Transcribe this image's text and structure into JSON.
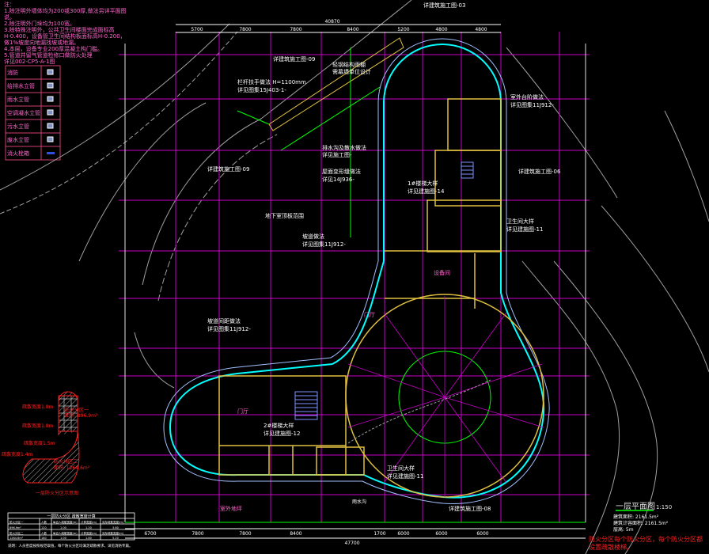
{
  "notes": {
    "heading": "注：",
    "lines": [
      "1.除注明外墙体均为200或300厚,做法另详平面图",
      "说。",
      "2.除注明外门垛均为100宽。",
      "3.除特殊注明外，公共卫生间楼面完成面标高",
      "H-0.400，设备管卫生间结构板面标高H-0.200，",
      "做1%坡度向地漏找坡或地漏。",
      "4.本层，设备专业200厚混凝土构门槛。",
      "5.管道井留气管道检修口做防火处理",
      "详见002-CP5-A-1图"
    ]
  },
  "legend": [
    {
      "label": "消防",
      "icon": "hydrant-icon"
    },
    {
      "label": "给排水立管",
      "icon": "pipe-icon"
    },
    {
      "label": "雨水立管",
      "icon": "rain-pipe-icon"
    },
    {
      "label": "空调凝水立管",
      "icon": "condensate-icon"
    },
    {
      "label": "污水立管",
      "icon": "sewage-icon"
    },
    {
      "label": "废水立管",
      "icon": "waste-icon"
    },
    {
      "label": "消火栓箱",
      "icon": "hose-box-icon"
    }
  ],
  "dimensions": {
    "overall_top": "40870",
    "top": [
      "5700",
      "7800",
      "7800",
      "8400",
      "5200",
      "4800",
      "4800"
    ],
    "overall_bottom": "47700",
    "bottom": [
      "6700",
      "7800",
      "7800",
      "8400",
      "1700",
      "6000",
      "6000",
      "6000"
    ]
  },
  "callouts": {
    "c1": "详建筑施工图-09",
    "c2": "详建筑施工图-03",
    "c3": "详建筑施工图-09",
    "c4": "详建筑施工图-08",
    "c5": "详建筑施工图-06",
    "railing": "栏杆扶手做法 H=1100mm",
    "railing_ref": "详见图集15J403-1-",
    "steel": "轻钢结构雨棚",
    "steel2": "需幕墙单位设计",
    "drain": "排水沟及散水做法",
    "drain_ref": "详见施工图-",
    "roof": "屋面变形缝做法",
    "roof_ref": "详见14J936-",
    "stair1": "1#楼梯大样",
    "stair1_ref": "详见建施图-14",
    "wc1": "卫生间大样",
    "wc1_ref": "详见建施图-11",
    "underground": "地下室顶板范围",
    "slope": "坡道做法",
    "slope_ref": "详见图集11J912-",
    "ramp": "坡道间距做法",
    "ramp_ref": "详见图集11J912-",
    "stair2": "2#楼梯大样",
    "stair2_ref": "详见建施图-12",
    "wc2": "卫生间大样",
    "wc2_ref": "详见建施图-11",
    "lobby": "门厅",
    "hall": "门厅",
    "equipment": "设备间",
    "canopy": "雨水沟",
    "outdoor": "室外地坪",
    "right_callout": "室外台阶做法",
    "right_callout_ref": "详见图集11J912-"
  },
  "fire_zone": {
    "title": "一层防火分区示意图",
    "zone1": "防火分区一",
    "zone1_area": "面积: 896.9m²",
    "zone2": "防火分区二",
    "zone2_area": "面积: 1264.6m²",
    "exits": [
      "疏散宽度1.8m",
      "疏散宽度1.8m",
      "疏散宽度1.5m",
      "疏散宽度1.4m"
    ]
  },
  "table": {
    "title": "一层防火分区  疏散宽度计算",
    "rows": [
      [
        "防火分区一",
        "人数",
        "每百人疏散宽度(m)",
        "计算宽度(m)",
        "实际疏散宽度(m)"
      ],
      [
        "896.9m²",
        "120",
        "1.00",
        "1.20",
        "3.60"
      ],
      [
        "防火分区二",
        "人数",
        "每百人疏散宽度(m)",
        "计算宽度(m)",
        "实际疏散宽度(m)"
      ],
      [
        "1264.6m²",
        "180",
        "1.00",
        "1.80",
        "5.20"
      ]
    ],
    "footnote": "说明：人员密度按照规范取值，每个防火分区均满足疏散要求，详见消防专篇。"
  },
  "title_block": {
    "title": "一层平面图",
    "scale": "1:150",
    "area1": "建筑面积: 2161.5m²",
    "area2": "建筑计容面积: 2161.5m²",
    "height": "层高: 5m",
    "warning": "防火分区每个防火分区，每个防火分区都设置疏散楼梯。"
  },
  "colors": {
    "grid": "#c800c8",
    "wall": "#00ffff",
    "green": "#00ff00",
    "yellow": "#e0c040",
    "site": "#a0a0a0",
    "red": "#ff2020",
    "pink": "#ff66cc"
  }
}
